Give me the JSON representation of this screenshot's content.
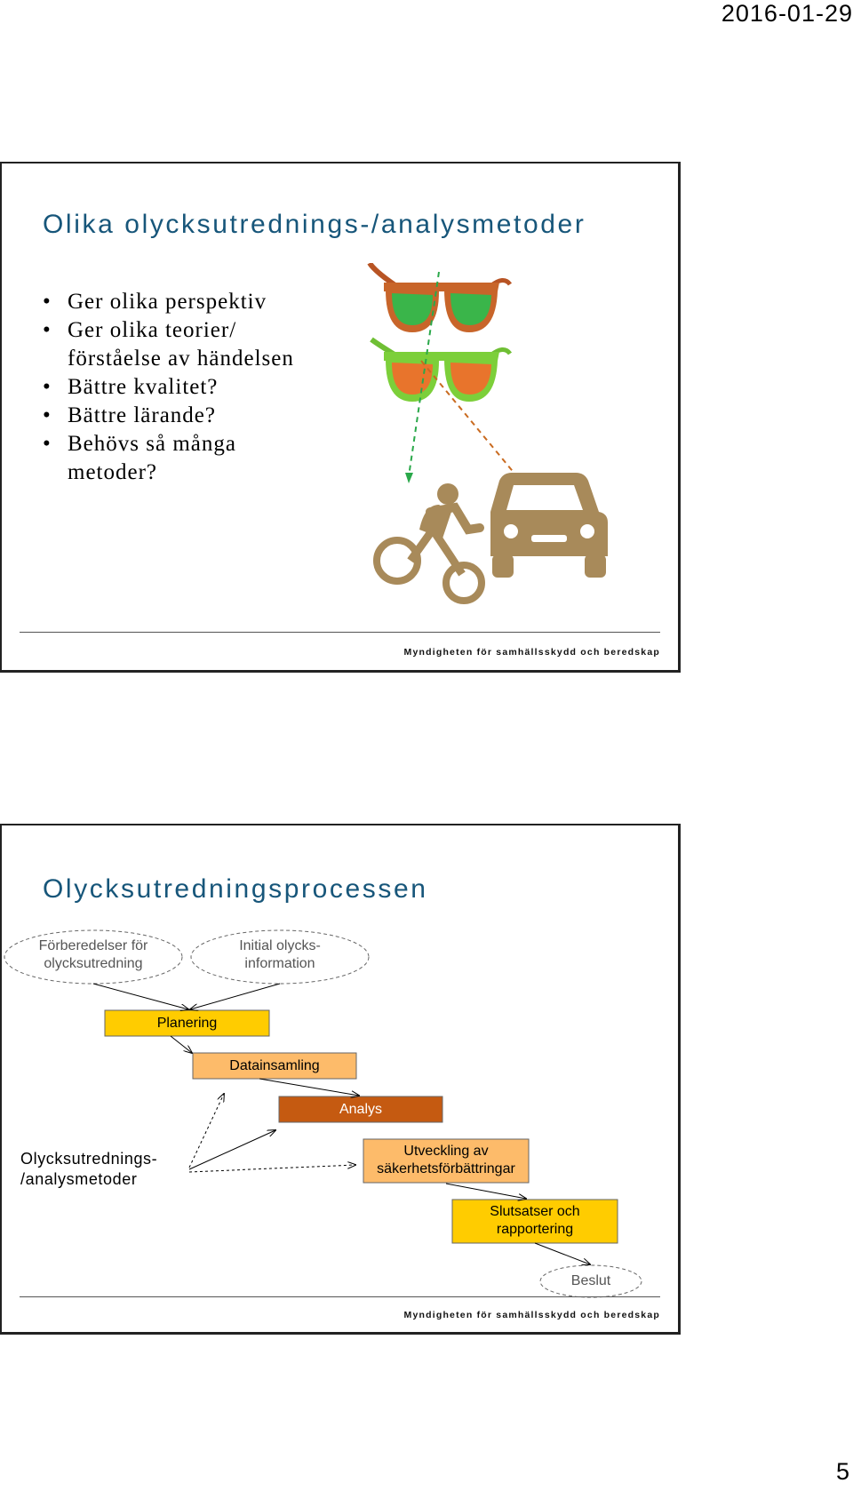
{
  "page": {
    "date": "2016-01-29",
    "number": "5"
  },
  "footer_text": "Myndigheten för samhällsskydd och beredskap",
  "slide1": {
    "title": "Olika olycksutrednings-/analysmetoder",
    "bullets": [
      {
        "line1": "Ger olika perspektiv",
        "line2": ""
      },
      {
        "line1": "Ger olika teorier/",
        "line2": "förståelse  av händelsen"
      },
      {
        "line1": "Bättre kvalitet?",
        "line2": ""
      },
      {
        "line1": "Bättre lärande?",
        "line2": ""
      },
      {
        "line1": "Behövs så många",
        "line2": "metoder?"
      }
    ],
    "illustration": {
      "icons": [
        "sunglasses-orange-frame-icon",
        "sunglasses-green-frame-icon",
        "cyclist-icon",
        "car-icon"
      ],
      "colors": {
        "orange_frame": "#c8652a",
        "green_frame": "#7ccf3a",
        "green_lens": "#39b54a",
        "orange_lens": "#e8742c",
        "icon_brown": "#a88a5a"
      }
    }
  },
  "slide2": {
    "title": "Olycksutredningsprocessen",
    "nodes": {
      "prep": {
        "line1": "Förberedelser för",
        "line2": "olycksutredning"
      },
      "initial": {
        "line1": "Initial olycks-",
        "line2": "information"
      },
      "planering": "Planering",
      "datainsamling": "Datainsamling",
      "analys": "Analys",
      "methods": {
        "line1": "Olycksutrednings-",
        "line2": "/analysmetoder"
      },
      "utveckling": {
        "line1": "Utveckling av",
        "line2": "säkerhetsförbättringar"
      },
      "slutsatser": {
        "line1": "Slutsatser och",
        "line2": "rapportering"
      },
      "beslut": "Beslut"
    },
    "colors": {
      "planering": "#ffcc00",
      "datainsamling": "#fdbb6a",
      "analys": "#c55a11",
      "utveckling": "#fdbb6a",
      "slutsatser": "#ffcc00",
      "title": "#17567a"
    }
  }
}
